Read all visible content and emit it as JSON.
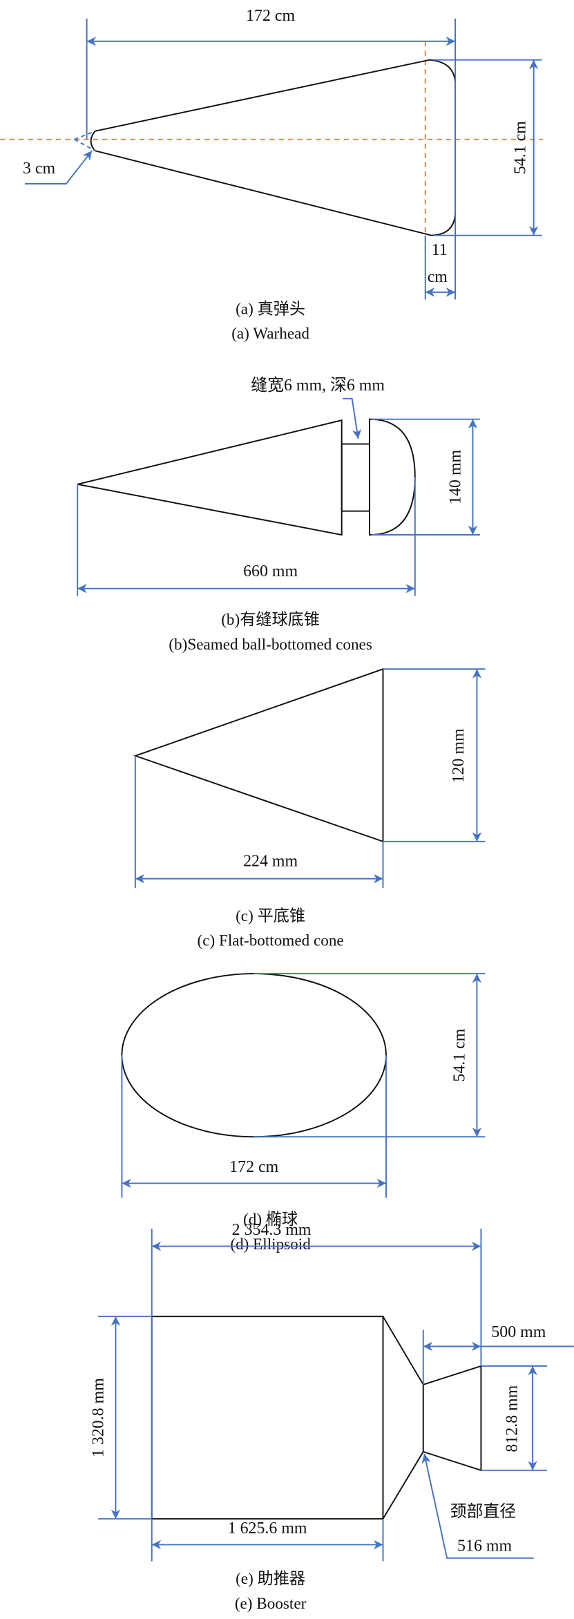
{
  "colors": {
    "dimension": "#4472C4",
    "centerline": "#ED7D31",
    "outline": "#111111"
  },
  "panels": {
    "a": {
      "length": "172 cm",
      "diameter": "54.1 cm",
      "nose_radius": "3 cm",
      "base_radius_num": "11",
      "base_radius_unit": "cm",
      "caption_cn": "(a) 真弹头",
      "caption_en": "(a) Warhead"
    },
    "b": {
      "seam_note": "缝宽6 mm, 深6 mm",
      "diameter": "140 mm",
      "length": "660 mm",
      "caption_cn": "(b)有缝球底锥",
      "caption_en": "(b)Seamed ball-bottomed cones"
    },
    "c": {
      "diameter": "120 mm",
      "length": "224 mm",
      "caption_cn": "(c) 平底锥",
      "caption_en": "(c) Flat-bottomed cone"
    },
    "d": {
      "diameter": "54.1 cm",
      "length": "172 cm",
      "caption_cn": "(d) 椭球",
      "caption_en": "(d) Ellipsoid"
    },
    "e": {
      "total_length": "2 354.3 mm",
      "nozzle_length": "500 mm",
      "body_diameter": "1 320.8 mm",
      "nozzle_exit_diameter": "812.8 mm",
      "body_length": "1 625.6 mm",
      "neck_label": "颈部直径",
      "neck_value": "516 mm",
      "caption_cn": "(e) 助推器",
      "caption_en": "(e) Booster"
    }
  }
}
